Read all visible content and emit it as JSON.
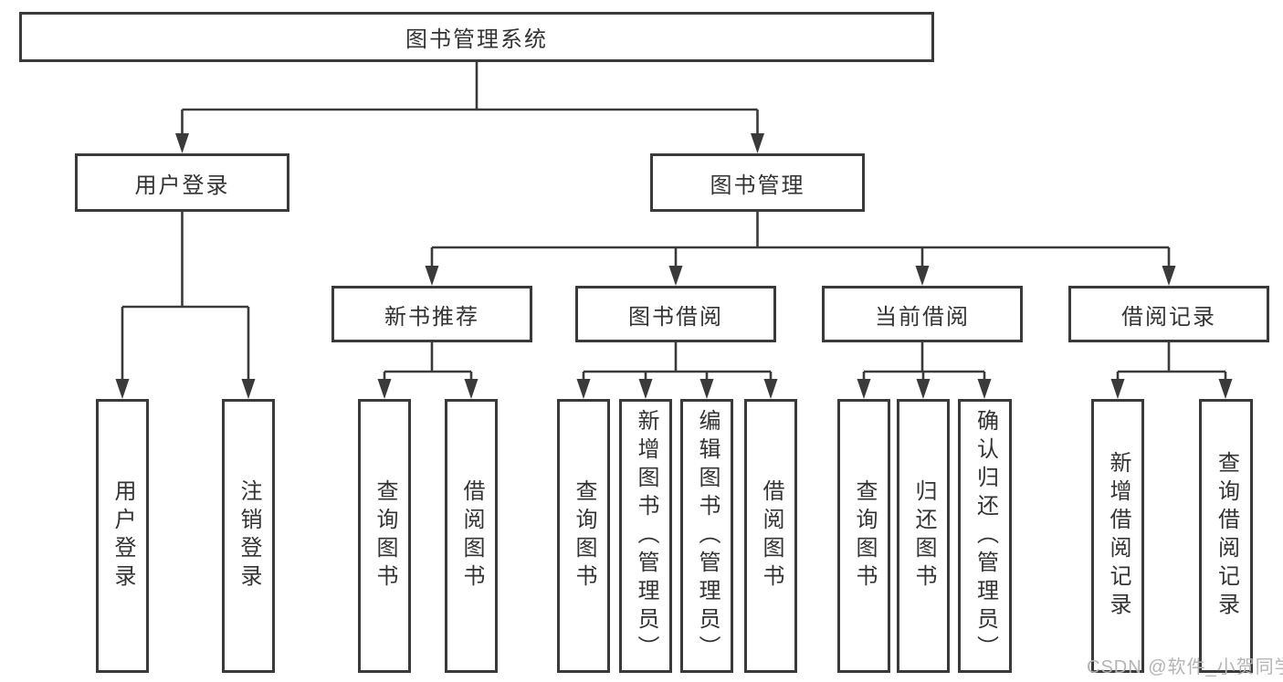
{
  "tree": {
    "label": "图书管理系统",
    "children": [
      {
        "label": "用户登录",
        "children": [
          {
            "label": "用户登录"
          },
          {
            "label": "注销登录"
          }
        ]
      },
      {
        "label": "图书管理",
        "children": [
          {
            "label": "新书推荐",
            "children": [
              {
                "label": "查询图书"
              },
              {
                "label": "借阅图书"
              }
            ]
          },
          {
            "label": "图书借阅",
            "children": [
              {
                "label": "查询图书"
              },
              {
                "label": "新增图书（管理员）"
              },
              {
                "label": "编辑图书（管理员）"
              },
              {
                "label": "借阅图书"
              }
            ]
          },
          {
            "label": "当前借阅",
            "children": [
              {
                "label": "查询图书"
              },
              {
                "label": "归还图书"
              },
              {
                "label": "确认归还（管理员）"
              }
            ]
          },
          {
            "label": "借阅记录",
            "children": [
              {
                "label": "新增借阅记录"
              },
              {
                "label": "查询借阅记录"
              }
            ]
          }
        ]
      }
    ]
  },
  "watermark": "CSDN @软件_小贺同学",
  "colors": {
    "line": "#3a3a3a",
    "text": "#333333",
    "watermark": "#b4b4b4",
    "background": "#ffffff"
  }
}
